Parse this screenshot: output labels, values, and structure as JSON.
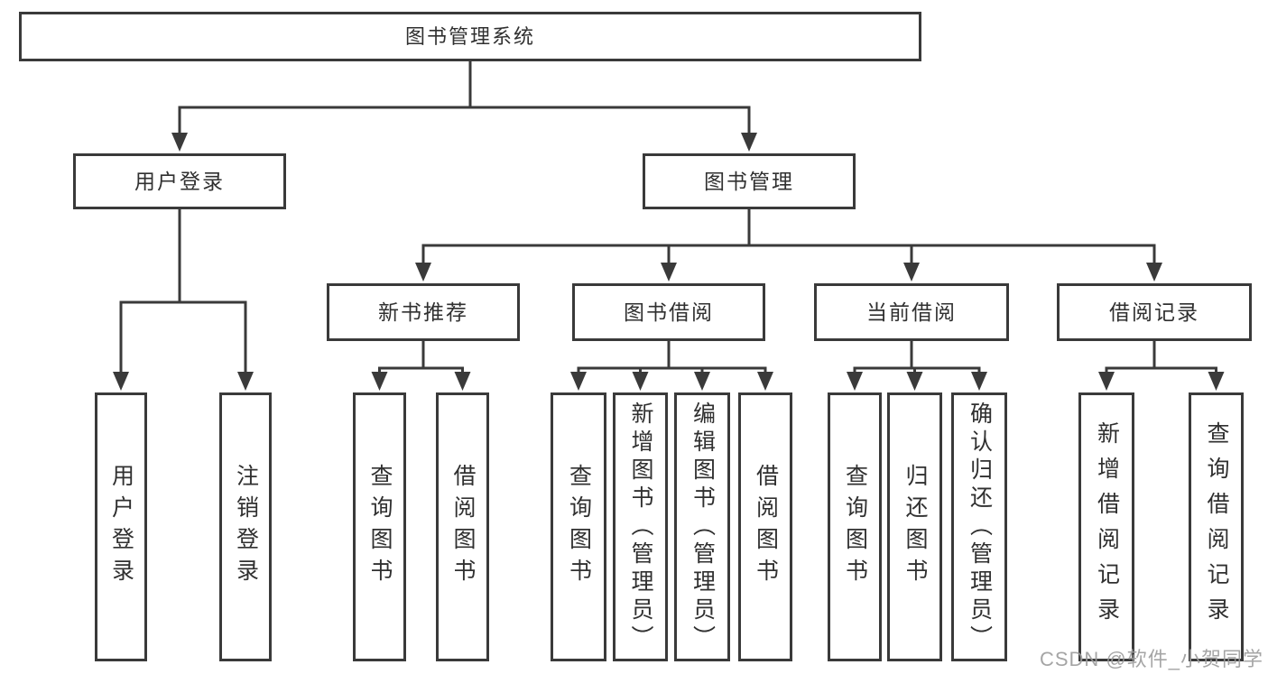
{
  "tree": {
    "label": "图书管理系统",
    "children": [
      {
        "label": "用户登录",
        "children": [
          {
            "label": "用户登录"
          },
          {
            "label": "注销登录"
          }
        ]
      },
      {
        "label": "图书管理",
        "children": [
          {
            "label": "新书推荐",
            "children": [
              {
                "label": "查询图书"
              },
              {
                "label": "借阅图书"
              }
            ]
          },
          {
            "label": "图书借阅",
            "children": [
              {
                "label": "查询图书"
              },
              {
                "label": "新增图书（管理员）"
              },
              {
                "label": "编辑图书（管理员）"
              },
              {
                "label": "借阅图书"
              }
            ]
          },
          {
            "label": "当前借阅",
            "children": [
              {
                "label": "查询图书"
              },
              {
                "label": "归还图书"
              },
              {
                "label": "确认归还（管理员）"
              }
            ]
          },
          {
            "label": "借阅记录",
            "children": [
              {
                "label": "新增借阅记录"
              },
              {
                "label": "查询借阅记录"
              }
            ]
          }
        ]
      }
    ]
  },
  "watermark": {
    "text": "CSDN @软件_小贺同学"
  },
  "colors": {
    "line": "#3a3a3a",
    "text": "#303030",
    "watermark": "#9c9c9c",
    "background": "#ffffff"
  }
}
